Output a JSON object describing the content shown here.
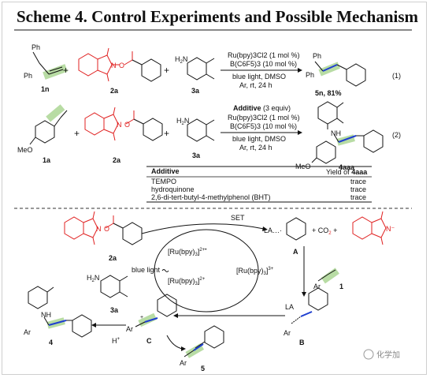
{
  "scheme": {
    "title": "Scheme 4. Control Experiments and Possible Mechanism"
  },
  "eq1": {
    "number": "(1)",
    "left_group": "Ph",
    "right_group": "Ph",
    "label_1n": "1n",
    "label_2a": "2a",
    "label_3a": "3a",
    "amine_label": "NH",
    "amine_sub": "2",
    "plus1": "+",
    "plus2": "+",
    "reagent_line1": "Ru(bpy)3Cl2 (1 mol %)",
    "reagent_line2": "B(C6F5)3 (10 mol %)",
    "cond_line1": "blue light, DMSO",
    "cond_line2": "Ar, rt, 24 h",
    "prod_ph1": "Ph",
    "prod_ph2": "Ph",
    "product": "5n, 81%"
  },
  "eq2": {
    "number": "(2)",
    "methoxy": "MeO",
    "label_1a": "1a",
    "label_2a": "2a",
    "label_3a": "3a",
    "amine": "H2N",
    "plus1": "+",
    "plus2": "+",
    "additive_line": "Additive (3 equiv)",
    "reagent_line1": "Ru(bpy)3Cl2 (1 mol %)",
    "reagent_line2": "B(C6F5)3 (10 mol %)",
    "cond_line1": "blue light, DMSO",
    "cond_line2": "Ar, rt, 24 h",
    "prod_nh": "NH",
    "prod_meo": "MeO",
    "product": "4aaa"
  },
  "table": {
    "headers": [
      "Additive",
      "Yield of 4aaa"
    ],
    "rows": [
      [
        "TEMPO",
        "trace"
      ],
      [
        "hydroquinone",
        "trace"
      ],
      [
        "2,6-di-tert-butyl-4-methylphenol (BHT)",
        "trace"
      ]
    ]
  },
  "mechanism": {
    "set": "SET",
    "ru_star": "[Ru(bpy)3]2+*",
    "ru_3plus": "[Ru(bpy)3]3+",
    "ru_2plus": "[Ru(bpy)3]2+",
    "blue_light": "blue light",
    "la_radical": "LA…·",
    "co2": "+ CO2 +",
    "label_A": "A",
    "label_B": "B",
    "label_C": "C",
    "label_1": "1",
    "label_2a": "2a",
    "label_3a": "3a",
    "label_4": "4",
    "label_5": "5",
    "ar": "Ar",
    "la": "LA",
    "hplus": "H+",
    "nh": "NH",
    "h2n": "H2N",
    "n_anion": "N⁻",
    "watermark": "化学加"
  },
  "colors": {
    "red": "#e02020",
    "blue": "#1f3fd0",
    "green_highlight": "#b8dca4",
    "black": "#111111"
  }
}
